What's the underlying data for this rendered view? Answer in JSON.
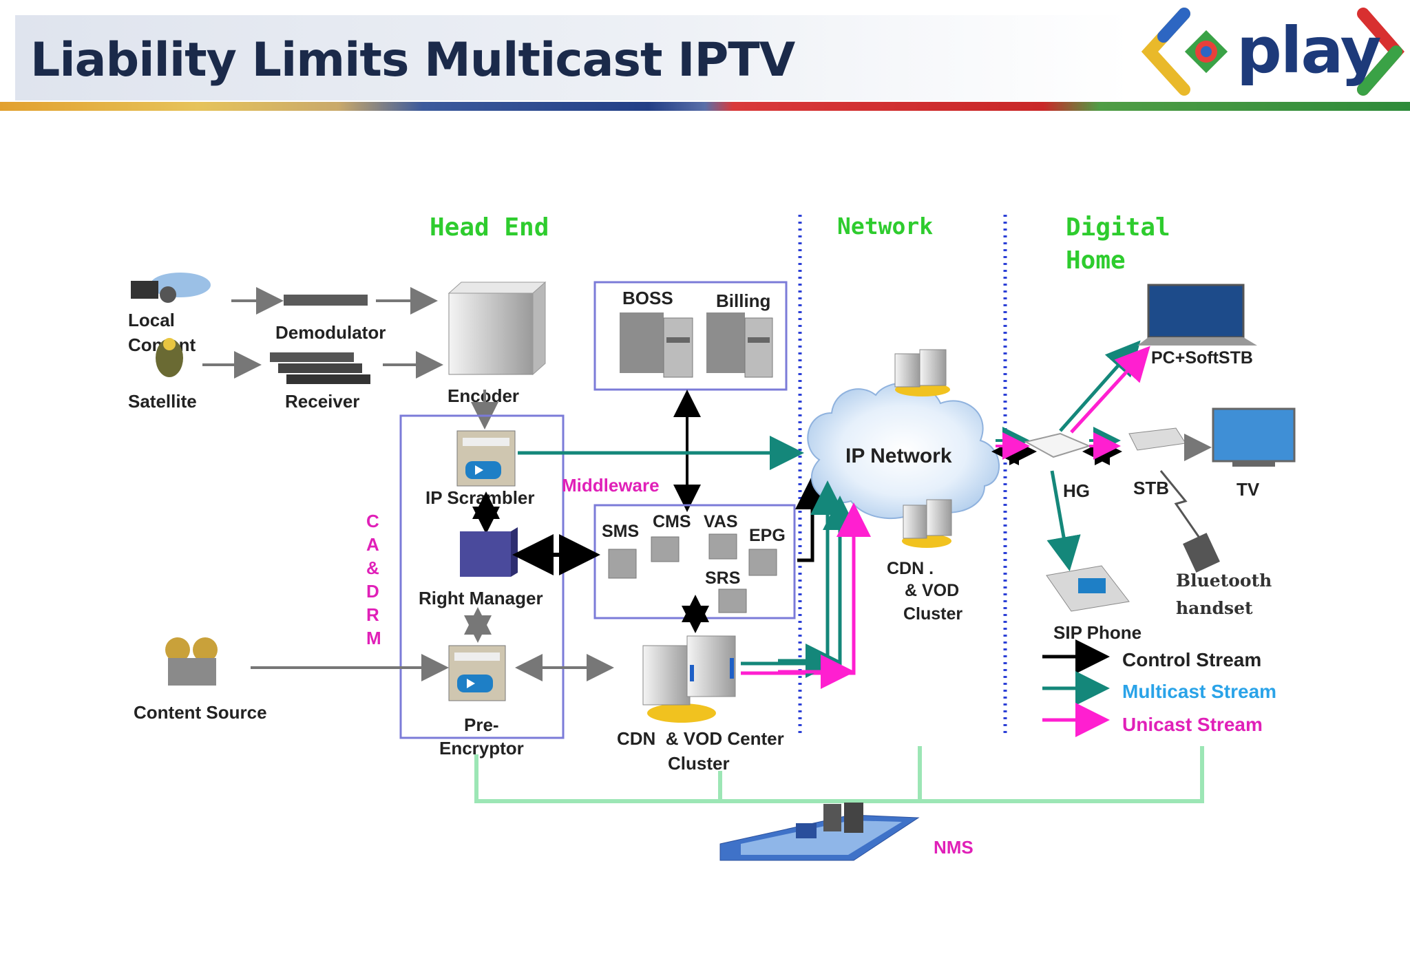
{
  "page": {
    "title": "Liability Limits Multicast IPTV",
    "logo_text": "play"
  },
  "diagram": {
    "sections": {
      "head_end": "Head End",
      "network": "Network",
      "digital_home_line1": "Digital",
      "digital_home_line2": "Home"
    },
    "nodes": {
      "local_content_line1": "Local",
      "local_content_line2": "Content",
      "satellite": "Satellite",
      "demodulator": "Demodulator",
      "receiver": "Receiver",
      "encoder": "Encoder",
      "boss": "BOSS",
      "billing": "Billing",
      "ip_scrambler": "IP Scrambler",
      "middleware": "Middleware",
      "sms": "SMS",
      "cms": "CMS",
      "vas": "VAS",
      "epg": "EPG",
      "srs": "SRS",
      "ca_drm": [
        "C",
        "A",
        "&",
        "D",
        "R",
        "M"
      ],
      "right_manager": "Right Manager",
      "content_source": "Content Source",
      "pre_encryptor_line1": "Pre-",
      "pre_encryptor_line2": "Encryptor",
      "cdn_vod_center_line1": "CDN  & VOD Center",
      "cdn_vod_center_line2": "Cluster",
      "ip_network": "IP Network",
      "cdn_vod_line1": "CDN .",
      "cdn_vod_line2": "& VOD",
      "cdn_vod_line3": "Cluster",
      "hg": "HG",
      "stb": "STB",
      "tv": "TV",
      "pc_softstb": "PC+SoftSTB",
      "sip_phone": "SIP Phone",
      "bluetooth_line1": "Bluetooth",
      "bluetooth_line2": "handset",
      "nms": "NMS"
    },
    "legend": {
      "control": "Control Stream",
      "multicast": "Multicast Stream",
      "unicast": "Unicast Stream"
    },
    "colors": {
      "section_green": "#2ecc2e",
      "box_border": "#7b7bd8",
      "divider_blue": "#2b3fd6",
      "control": "#000000",
      "multicast": "#14877a",
      "unicast": "#ff1fd0",
      "nms_bus": "#9ce6b5",
      "magenta_text": "#e020b8",
      "legend_blue": "#2aa3e8"
    }
  }
}
